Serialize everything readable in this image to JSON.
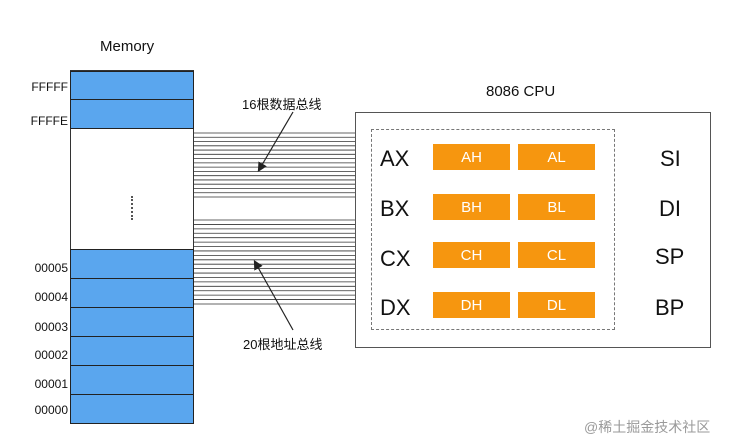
{
  "memory": {
    "title": "Memory",
    "addresses": [
      "FFFFF",
      "FFFFE",
      "00005",
      "00004",
      "00003",
      "00002",
      "00001",
      "00000"
    ]
  },
  "bus": {
    "data_label": "16根数据总线",
    "address_label": "20根地址总线",
    "data_line_count": 16,
    "address_line_count": 20
  },
  "cpu": {
    "title": "8086 CPU",
    "rows": [
      {
        "name": "AX",
        "high": "AH",
        "low": "AL",
        "index": "SI"
      },
      {
        "name": "BX",
        "high": "BH",
        "low": "BL",
        "index": "DI"
      },
      {
        "name": "CX",
        "high": "CH",
        "low": "CL",
        "index": "SP"
      },
      {
        "name": "DX",
        "high": "DH",
        "low": "DL",
        "index": "BP"
      }
    ]
  },
  "colors": {
    "memory_cell": "#5aa6ee",
    "register_box": "#f6960f"
  },
  "watermark": "@稀土掘金技术社区"
}
